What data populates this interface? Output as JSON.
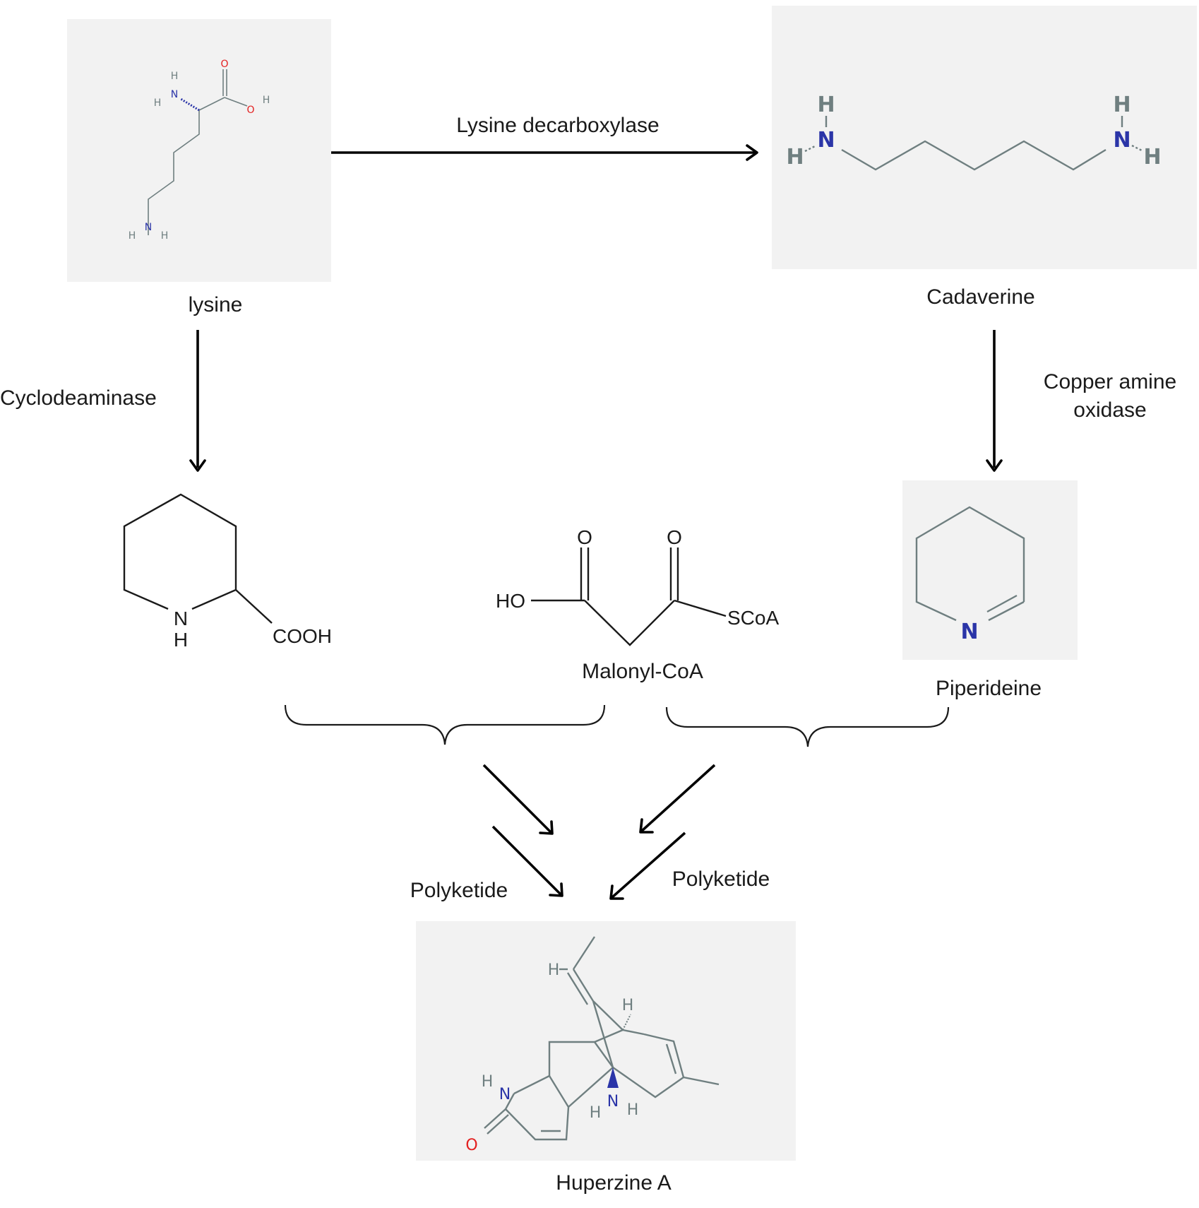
{
  "colors": {
    "nitrogen": "#2b35a8",
    "oxygen": "#e32020",
    "hydrogen": "#6f7f80",
    "bond": "#6f7f80",
    "panel": "#f2f2f2"
  },
  "compounds": {
    "lysine": "lysine",
    "cadaverine": "Cadaverine",
    "malonyl_coa": "Malonyl-CoA",
    "piperideine": "Piperideine",
    "huperzine_a": "Huperzine A"
  },
  "enzymes": {
    "lysine_decarboxylase": "Lysine decarboxylase",
    "cyclodeaminase": "Cyclodeaminase",
    "copper_amine_oxidase_line1": "Copper amine",
    "copper_amine_oxidase_line2": "oxidase"
  },
  "steps": {
    "polyketide_left": "Polyketide",
    "polyketide_right": "Polyketide"
  },
  "atoms": {
    "H": "H",
    "N": "N",
    "O": "O",
    "HO": "HO",
    "COOH": "COOH",
    "SCoA": "SCoA"
  }
}
